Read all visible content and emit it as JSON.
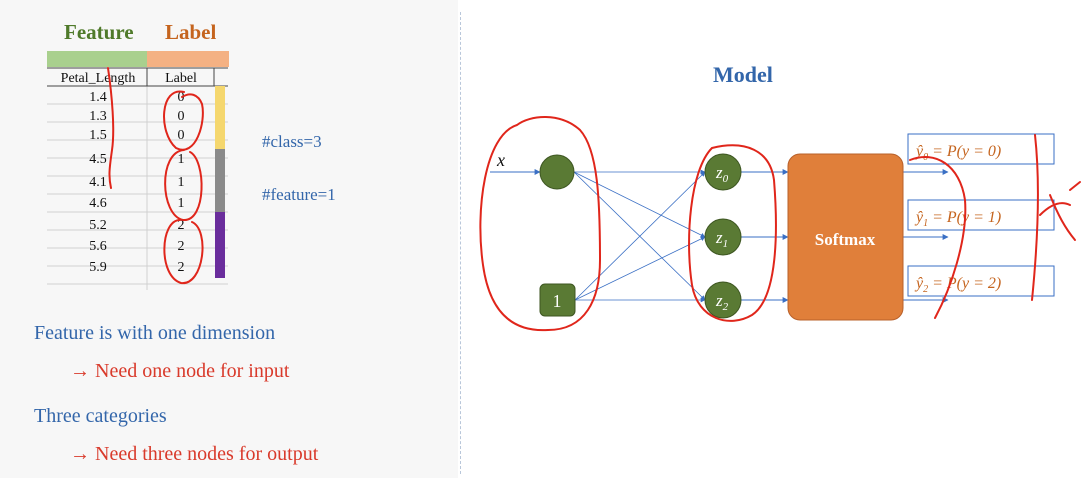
{
  "table": {
    "feature_header": "Feature",
    "label_header": "Label",
    "col1_title": "Petal_Length",
    "col2_title": "Label",
    "rows": [
      {
        "length": "1.4",
        "label": "0"
      },
      {
        "length": "1.3",
        "label": "0"
      },
      {
        "length": "1.5",
        "label": "0"
      },
      {
        "length": "4.5",
        "label": "1"
      },
      {
        "length": "4.1",
        "label": "1"
      },
      {
        "length": "4.6",
        "label": "1"
      },
      {
        "length": "5.2",
        "label": "2"
      },
      {
        "length": "5.6",
        "label": "2"
      },
      {
        "length": "5.9",
        "label": "2"
      }
    ],
    "class_colors": [
      "#f5d76e",
      "#8a8a8a",
      "#6a2d9c"
    ],
    "feature_color": "#a9d08e",
    "label_color": "#f4b183"
  },
  "notes": {
    "num_class": "#class=3",
    "num_feature": "#feature=1"
  },
  "bullets": {
    "line1": "Feature is with one dimension",
    "line2": "→ Need one node for input",
    "line3": "Three categories",
    "line4": "→ Need three nodes for output"
  },
  "model": {
    "title": "Model",
    "input_label": "x",
    "bias_label": "1",
    "z_nodes": [
      {
        "base": "z",
        "sub": "0"
      },
      {
        "base": "z",
        "sub": "1"
      },
      {
        "base": "z",
        "sub": "2"
      }
    ],
    "softmax_label": "Softmax",
    "outputs": [
      {
        "yhat": "ŷ",
        "sub": "0",
        "rest": " = P(y = 0)"
      },
      {
        "yhat": "ŷ",
        "sub": "1",
        "rest": " = P(y = 1)"
      },
      {
        "yhat": "ŷ",
        "sub": "2",
        "rest": " = P(y = 2)"
      }
    ]
  },
  "colors": {
    "node_green": "#5a7a34",
    "softmax_orange": "#e07f3a",
    "arrow_blue": "#3a6fc4",
    "annotation_red": "#e0261b",
    "text_blue": "#3366aa",
    "feature_green": "#4f7a2a",
    "label_orange": "#c5641e"
  }
}
